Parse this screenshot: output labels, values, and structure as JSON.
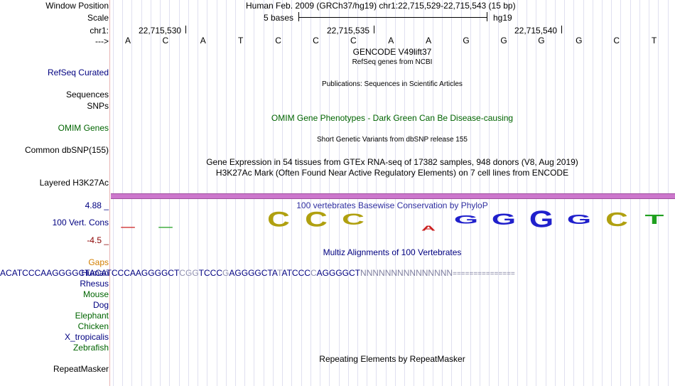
{
  "header": {
    "window_position_label": "Window Position",
    "window_position_value": "Human Feb. 2009 (GRCh37/hg19)   chr1:22,715,529-22,715,543 (15 bp)",
    "scale_label": "Scale",
    "scale_value": "5 bases",
    "assembly": "hg19",
    "chrom_label": "chr1:",
    "coords": [
      "22,715,530",
      "22,715,535",
      "22,715,540"
    ],
    "strand_label": "--->"
  },
  "bases": [
    "A",
    "C",
    "A",
    "T",
    "C",
    "C",
    "C",
    "A",
    "A",
    "G",
    "G",
    "G",
    "G",
    "C",
    "T"
  ],
  "labels": {
    "refseq": "RefSeq Curated",
    "sequences": "Sequences",
    "snps": "SNPs",
    "omim": "OMIM Genes",
    "dbsnp": "Common dbSNP(155)",
    "h3k27ac": "Layered H3K27Ac",
    "cons_max": "4.88 _",
    "cons": "100 Vert. Cons",
    "cons_min": "-4.5 _",
    "gaps": "Gaps",
    "repeatmasker": "RepeatMasker"
  },
  "tracks": {
    "gencode": "GENCODE V49lift37",
    "refseq_ncbi": "RefSeq genes from NCBI",
    "publications": "Publications: Sequences in Scientific Articles",
    "omim_pheno": "OMIM Gene Phenotypes - Dark Green Can Be Disease-causing",
    "dbsnp_desc": "Short Genetic Variants from dbSNP release 155",
    "gtex": "Gene Expression in 54 tissues from GTEx RNA-seq of 17382 samples, 948 donors (V8, Aug 2019)",
    "h3k27ac_desc": "H3K27Ac Mark (Often Found Near Active Regulatory Elements) on 7 cell lines from ENCODE",
    "phylop": "100 vertebrates Basewise Conservation by PhyloP",
    "multiz": "Multiz Alignments of 100 Vertebrates",
    "repeatmasker_desc": "Repeating Elements by RepeatMasker"
  },
  "conservation_logo": [
    "—",
    "—",
    "",
    "",
    "C",
    "C",
    "C",
    "",
    "A",
    "G",
    "G",
    "G",
    "G",
    "C",
    "T"
  ],
  "species": [
    {
      "name": "Human",
      "color": "#000080",
      "seq": [
        "A",
        "C",
        "A",
        "T",
        "C",
        "C",
        "C",
        "A",
        "A",
        "G",
        "G",
        "G",
        "G",
        "C",
        "T"
      ]
    },
    {
      "name": "Rhesus",
      "color": "#000080",
      "seq": [
        "A",
        "C",
        "A",
        "T",
        "C",
        "C",
        "C",
        "A",
        "A",
        "G",
        "G",
        "G",
        "G",
        "C",
        "T"
      ]
    },
    {
      "name": "Mouse",
      "color": "#006400",
      "seq": [
        "C",
        "G",
        "G",
        "T",
        "C",
        "C",
        "C",
        "G",
        "A",
        "G",
        "G",
        "G",
        "G",
        "C",
        "T"
      ]
    },
    {
      "name": "Dog",
      "color": "#000080",
      "seq": [
        "A",
        "T",
        "A",
        "T",
        "C",
        "C",
        "C",
        "C",
        "A",
        "G",
        "G",
        "G",
        "G",
        "C",
        "T"
      ]
    },
    {
      "name": "Elephant",
      "color": "#006400",
      "seq": [
        "N",
        "N",
        "N",
        "N",
        "N",
        "N",
        "N",
        "N",
        "N",
        "N",
        "N",
        "N",
        "N",
        "N",
        "N"
      ]
    },
    {
      "name": "Chicken",
      "color": "#006400",
      "seq": [
        "=",
        "=",
        "=",
        "=",
        "=",
        "=",
        "=",
        "=",
        "=",
        "=",
        "=",
        "=",
        "=",
        "=",
        "="
      ]
    },
    {
      "name": "X_tropicalis",
      "color": "#000080",
      "seq": []
    },
    {
      "name": "Zebrafish",
      "color": "#006400",
      "seq": []
    }
  ],
  "colors": {
    "label_blue": "#000080",
    "label_green": "#006400",
    "gaps_orange": "#d27e00",
    "h3k27ac": "#cc77cc",
    "logo_c": "#b0a010",
    "logo_a": "#cc2020",
    "logo_g": "#2020cc",
    "logo_t": "#20a020"
  }
}
